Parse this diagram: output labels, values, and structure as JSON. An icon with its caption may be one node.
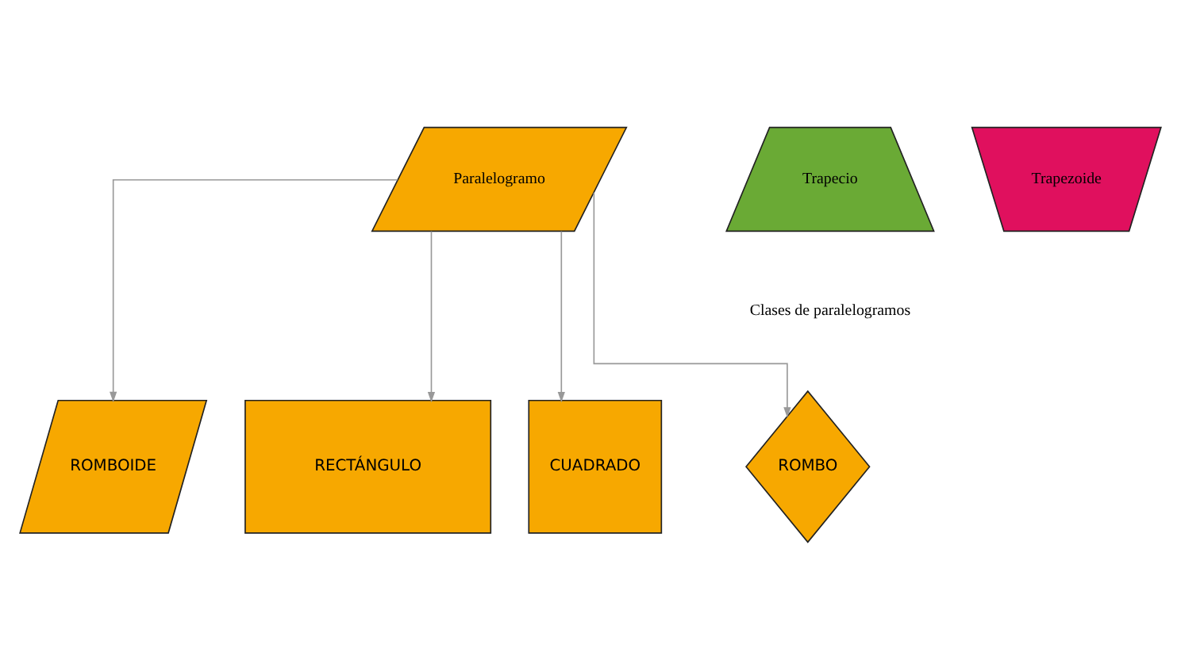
{
  "diagram": {
    "nodes": [
      {
        "text": [
          "Paralelogramo"
        ]
      },
      {
        "text": [
          "Trapecio"
        ]
      },
      {
        "text": [
          "Trapezoide"
        ]
      },
      {
        "text": [
          "CUADRADO"
        ]
      },
      {
        "text": [
          "RECTÁNGULO"
        ]
      },
      {
        "text": [
          "ROMBO"
        ]
      },
      {
        "text": [
          "ROMBOIDE"
        ]
      }
    ],
    "edges": [
      {
        "from": 0,
        "to": 3,
        "arrow": "to"
      },
      {
        "from": 0,
        "to": 4,
        "arrow": "to"
      },
      {
        "from": 0,
        "to": 5,
        "arrow": "to"
      },
      {
        "from": 0,
        "to": 6,
        "arrow": "to"
      }
    ],
    "labels": [
      "Clases de paralelogramos"
    ]
  }
}
